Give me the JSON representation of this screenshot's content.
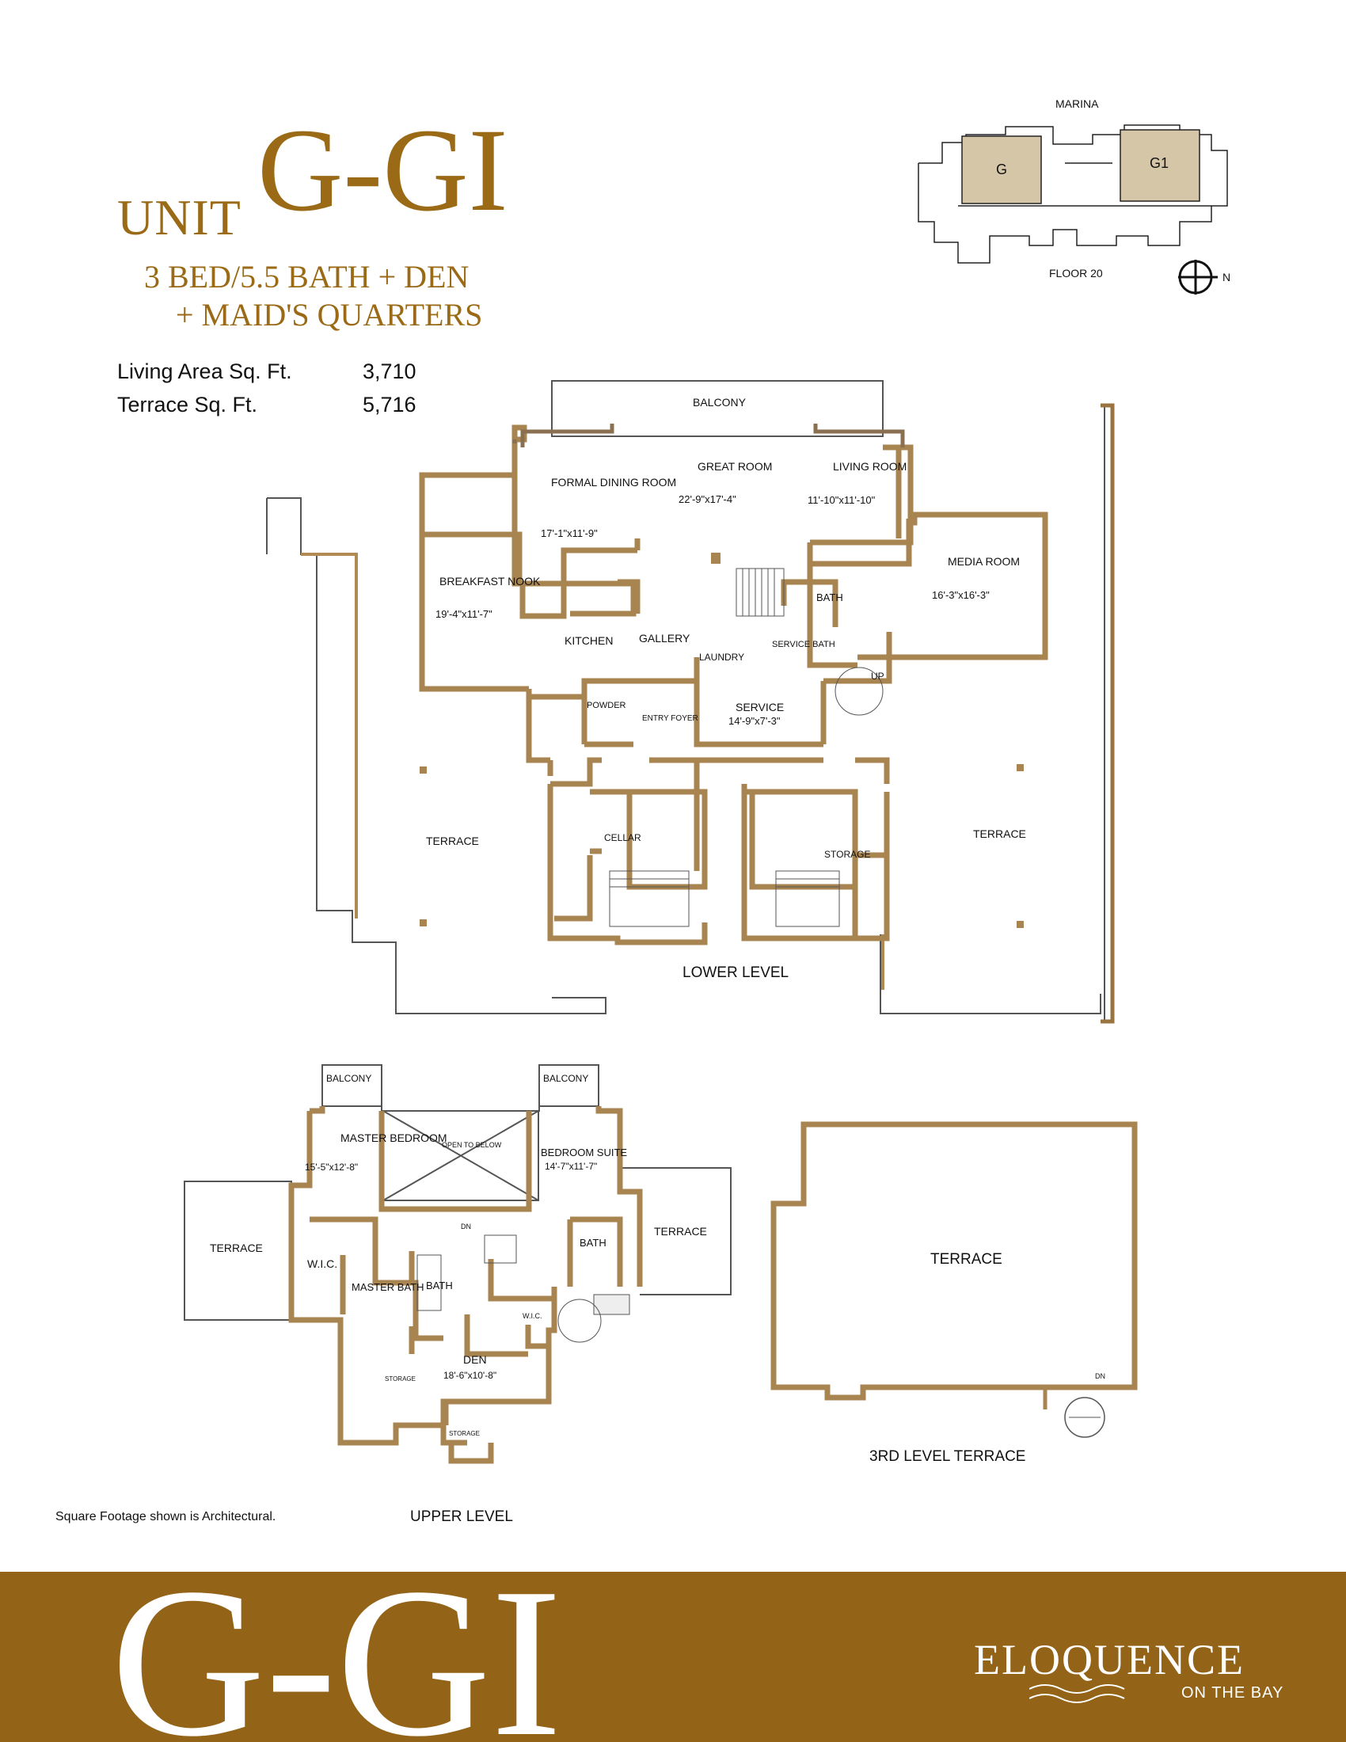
{
  "header": {
    "unit_prefix": "UNIT",
    "unit_code": "G-GI",
    "subtitle_line1": "3 BED/5.5 BATH + DEN",
    "subtitle_line2": "+ MAID'S QUARTERS"
  },
  "stats": [
    {
      "label": "Living Area Sq. Ft.",
      "value": "3,710"
    },
    {
      "label": "Terrace Sq. Ft.",
      "value": "5,716"
    }
  ],
  "keyplan": {
    "marina": "MARINA",
    "unit_g": "G",
    "unit_g1": "G1",
    "floor": "FLOOR 20",
    "north": "N"
  },
  "lower_level": {
    "title": "LOWER LEVEL",
    "balcony": "BALCONY",
    "great_room": {
      "name": "GREAT ROOM",
      "dims": "22'-9\"x17'-4\""
    },
    "formal_dining": {
      "name": "FORMAL DINING ROOM",
      "dims": "17'-1\"x11'-9\""
    },
    "living_room": {
      "name": "LIVING ROOM",
      "dims": "11'-10\"x11'-10\""
    },
    "breakfast_nook": {
      "name": "BREAKFAST NOOK",
      "dims": "19'-4\"x11'-7\""
    },
    "media_room": {
      "name": "MEDIA ROOM",
      "dims": "16'-3\"x16'-3\""
    },
    "kitchen": "KITCHEN",
    "gallery": "GALLERY",
    "laundry": "LAUNDRY",
    "service_bath": "SERVICE BATH",
    "bath": "BATH",
    "up": "UP",
    "service": {
      "name": "SERVICE",
      "dims": "14'-9\"x7'-3\""
    },
    "powder": "POWDER",
    "entry_foyer": "ENTRY FOYER",
    "cellar": "CELLAR",
    "storage": "STORAGE",
    "terrace_left": "TERRACE",
    "terrace_right": "TERRACE"
  },
  "upper_level": {
    "title": "UPPER LEVEL",
    "balcony_left": "BALCONY",
    "balcony_right": "BALCONY",
    "master_bedroom": {
      "name": "MASTER BEDROOM",
      "dims": "15'-5\"x12'-8\""
    },
    "open_to_below": "OPEN TO BELOW",
    "bedroom_suite": {
      "name": "BEDROOM SUITE",
      "dims": "14'-7\"x11'-7\""
    },
    "terrace_left": "TERRACE",
    "terrace_right": "TERRACE",
    "wic": "W.I.C.",
    "master_bath": "MASTER BATH",
    "bath": "BATH",
    "bath_right": "BATH",
    "wic_small": "W.I.C.",
    "dn": "DN",
    "den": {
      "name": "DEN",
      "dims": "18'-6\"x10'-8\""
    },
    "storage_small": "STORAGE",
    "storage_bottom": "STORAGE"
  },
  "third_level": {
    "title": "3RD LEVEL TERRACE",
    "terrace": "TERRACE",
    "dn": "DN"
  },
  "footnote": "Square Footage shown is Architectural.",
  "footer": {
    "band_code": "G-GI",
    "brand_name": "ELOQUENCE",
    "brand_sub": "ON THE BAY"
  }
}
